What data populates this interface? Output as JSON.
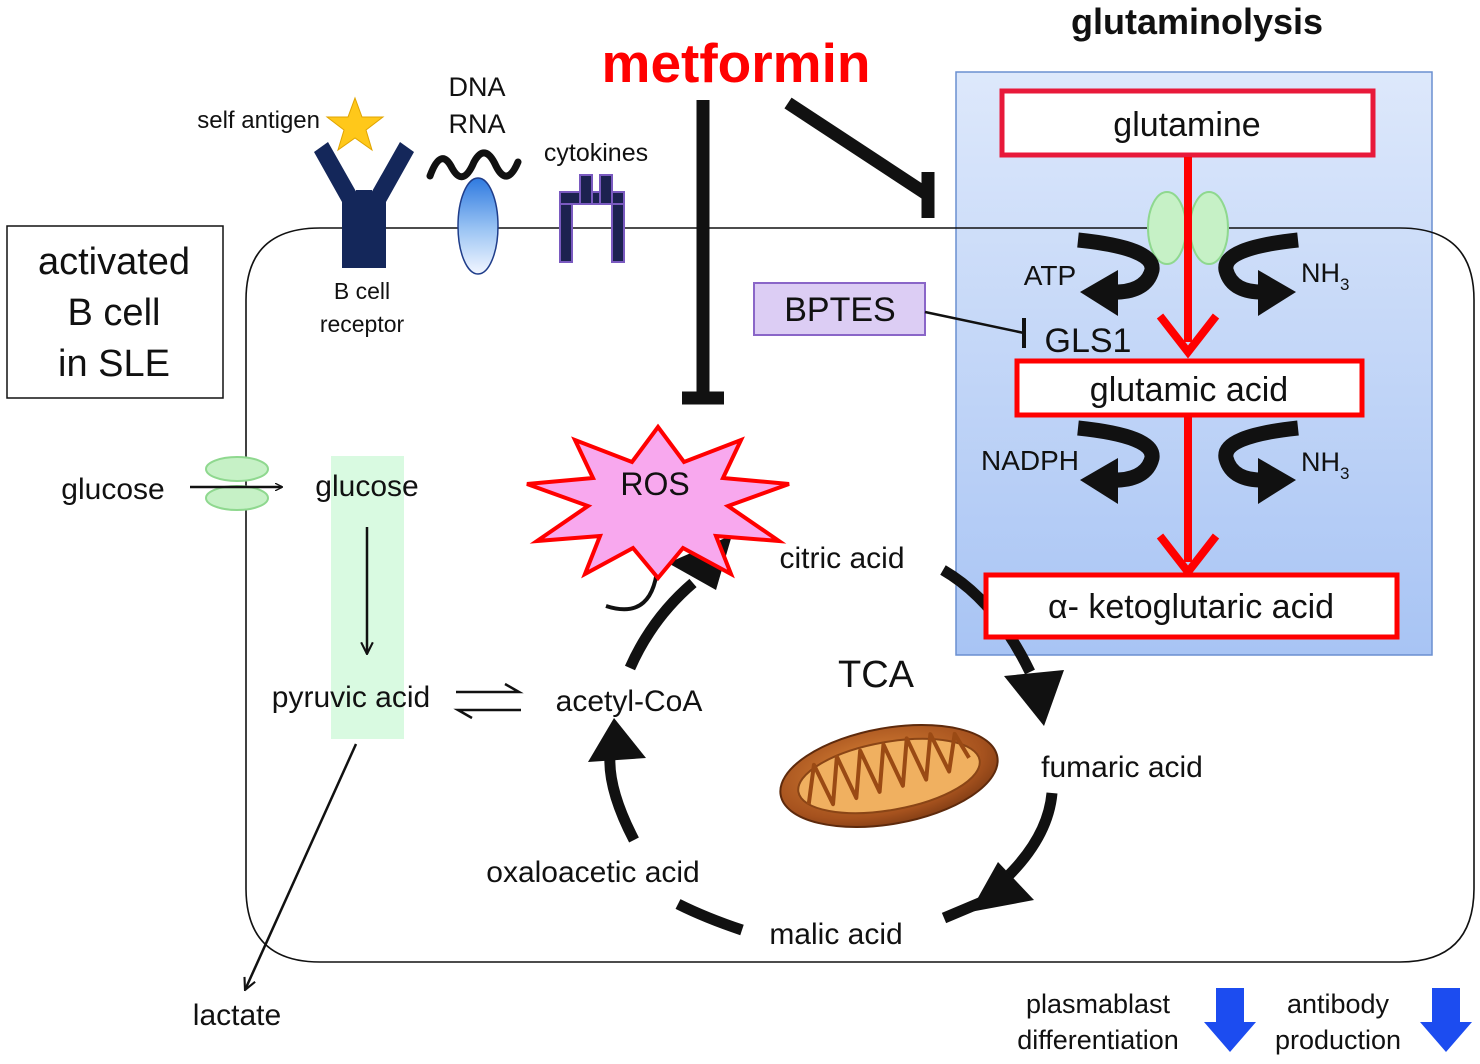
{
  "colors": {
    "red": "#ff0000",
    "box_red": "#e8193a",
    "navy": "#14275a",
    "panel_top": "#dde8fb",
    "panel_bottom": "#a8c4f4",
    "panel_border": "#6a8fd0",
    "green_fill": "#c6f1c6",
    "green_stroke": "#8fd88f",
    "glycolysis_band": "#d9fae1",
    "ros_fill": "#f8a8ee",
    "bptes_fill": "#dccdf4",
    "bptes_stroke": "#8a66c8",
    "blue_arrow": "#1c4cf0",
    "star": "#ffc81a"
  },
  "labels": {
    "metformin": "metformin",
    "glutaminolysis": "glutaminolysis",
    "self_antigen": "self antigen",
    "dna": "DNA",
    "rna": "RNA",
    "cytokines": "cytokines",
    "bcr_line1": "B cell",
    "bcr_line2": "receptor",
    "cell_line1": "activated",
    "cell_line2": "B cell",
    "cell_line3": "in SLE",
    "glucose_outside": "glucose",
    "glucose_inside": "glucose",
    "pyruvic_acid": "pyruvic acid",
    "lactate": "lactate",
    "acetyl_coa": "acetyl-CoA",
    "citric_acid": "citric acid",
    "ros": "ROS",
    "tca": "TCA",
    "fumaric_acid": "fumaric acid",
    "malic_acid": "malic acid",
    "oxaloacetic_acid": "oxaloacetic acid",
    "glutamine": "glutamine",
    "glutamic_acid": "glutamic acid",
    "akg": "α- ketoglutaric acid",
    "atp": "ATP",
    "nadph": "NADPH",
    "nh3_base": "NH",
    "nh3_sub": "3",
    "gls1": "GLS1",
    "bptes": "BPTES",
    "plasmablast_line1": "plasmablast",
    "plasmablast_line2": "differentiation",
    "antibody_line1": "antibody",
    "antibody_line2": "production"
  }
}
